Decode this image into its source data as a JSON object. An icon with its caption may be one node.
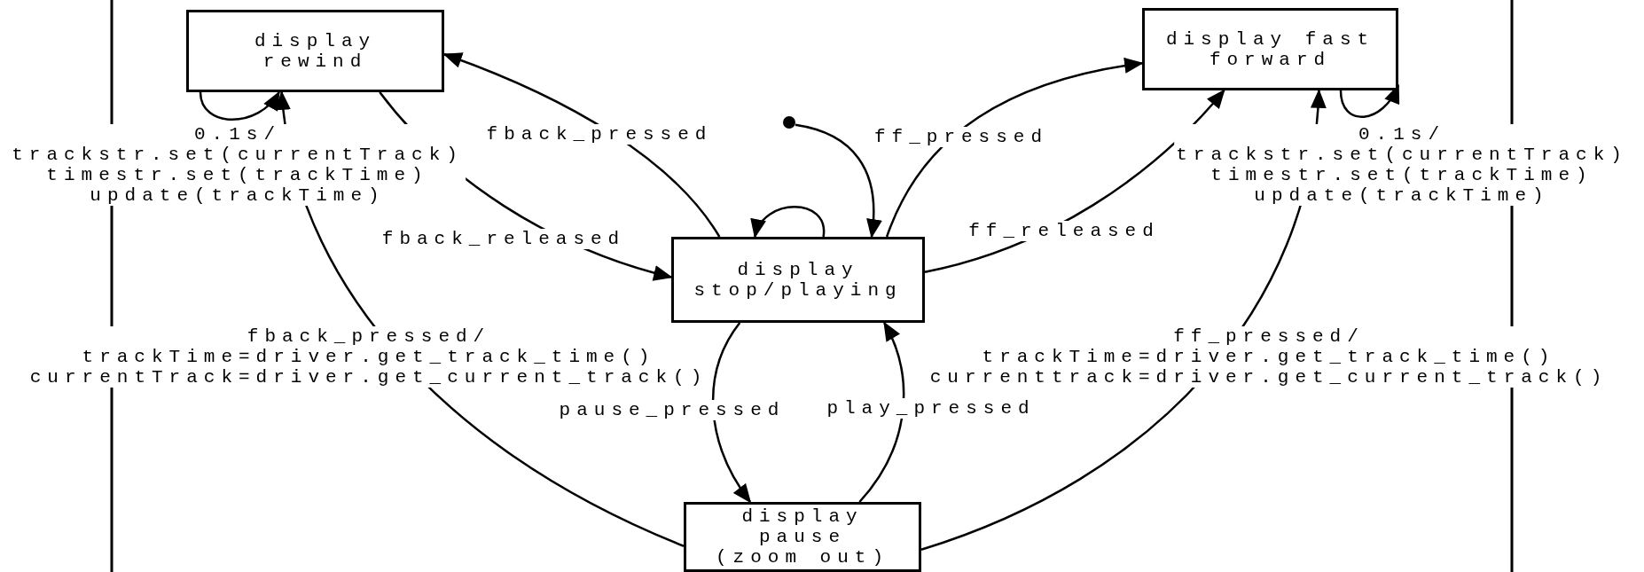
{
  "diagram": {
    "nodes": [
      {
        "text": [
          "display rewind"
        ]
      },
      {
        "text": [
          "display fast forward"
        ]
      },
      {
        "text": [],
        "shape": "circle"
      },
      {
        "text": [
          "display stop/playing"
        ]
      },
      {
        "text": [
          "display pause (zoom out)"
        ]
      }
    ],
    "edges": [
      {
        "from": 2,
        "to": 3,
        "arrow": "to"
      },
      {
        "from": 3,
        "to": 0,
        "arrow": "to",
        "label": "fback_pressed"
      },
      {
        "from": 0,
        "to": 3,
        "arrow": "to",
        "label": "fback_released"
      },
      {
        "from": 3,
        "to": 1,
        "arrow": "to",
        "label": "ff_pressed"
      },
      {
        "from": 3,
        "to": 1,
        "arrow": "to",
        "label": "ff_released"
      },
      {
        "from": 3,
        "to": 3,
        "arrow": "to"
      },
      {
        "from": 0,
        "to": 0,
        "arrow": "to",
        "label": "0.1s/ trackstr.set(currentTrack) timestr.set(trackTime) update(trackTime)"
      },
      {
        "from": 1,
        "to": 1,
        "arrow": "to",
        "label": "0.1s/ trackstr.set(currentTrack) timestr.set(trackTime) update(trackTime)"
      },
      {
        "from": 4,
        "to": 0,
        "arrow": "to",
        "label": "fback_pressed/ trackTime=driver.get_track_time() currentTrack=driver.get_current_track()"
      },
      {
        "from": 4,
        "to": 1,
        "arrow": "to",
        "label": "ff_pressed/ trackTime=driver.get_track_time() currenttrack=driver.get_current_track()"
      },
      {
        "from": 3,
        "to": 4,
        "arrow": "to",
        "label": "pause_pressed"
      },
      {
        "from": 4,
        "to": 3,
        "arrow": "to",
        "label": "play_pressed"
      }
    ]
  }
}
